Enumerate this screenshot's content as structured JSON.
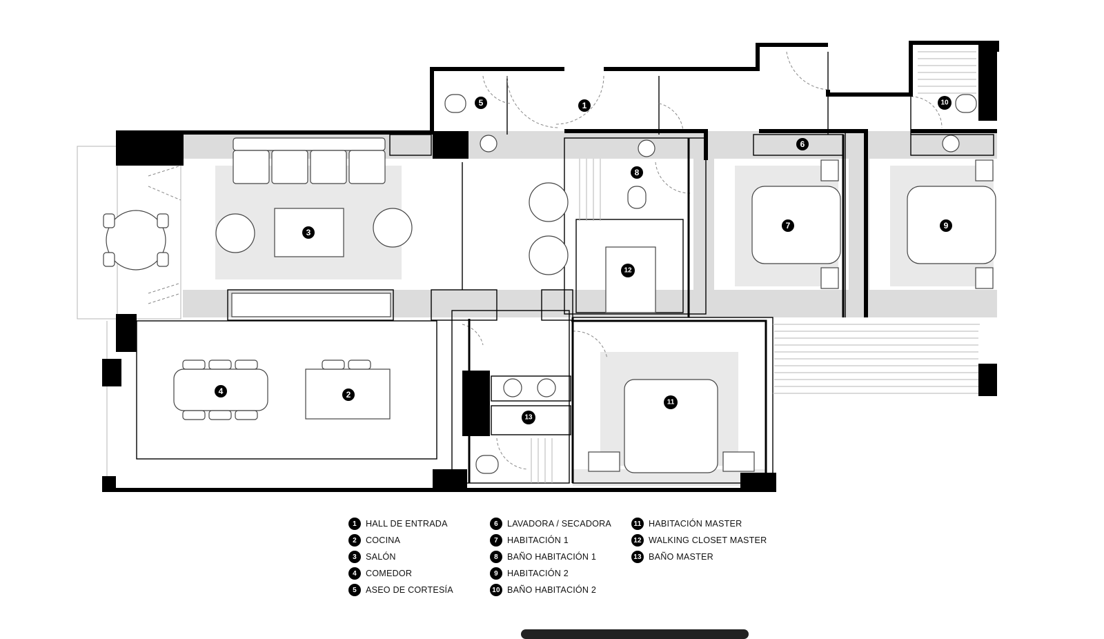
{
  "rooms": [
    {
      "num": "1",
      "label": "HALL DE ENTRADA"
    },
    {
      "num": "2",
      "label": "COCINA"
    },
    {
      "num": "3",
      "label": "SALÓN"
    },
    {
      "num": "4",
      "label": "COMEDOR"
    },
    {
      "num": "5",
      "label": "ASEO DE CORTESÍA"
    },
    {
      "num": "6",
      "label": "LAVADORA / SECADORA"
    },
    {
      "num": "7",
      "label": "HABITACIÓN 1"
    },
    {
      "num": "8",
      "label": "BAÑO HABITACIÓN 1"
    },
    {
      "num": "9",
      "label": "HABITACIÓN 2"
    },
    {
      "num": "10",
      "label": "BAÑO HABITACIÓN 2"
    },
    {
      "num": "11",
      "label": "HABITACIÓN MASTER"
    },
    {
      "num": "12",
      "label": "WALKING CLOSET MASTER"
    },
    {
      "num": "13",
      "label": "BAÑO MASTER"
    }
  ],
  "colors": {
    "wall": "#000000",
    "band": "#dcdcdc",
    "rug": "#e9e9e9",
    "marker": "#000000"
  }
}
